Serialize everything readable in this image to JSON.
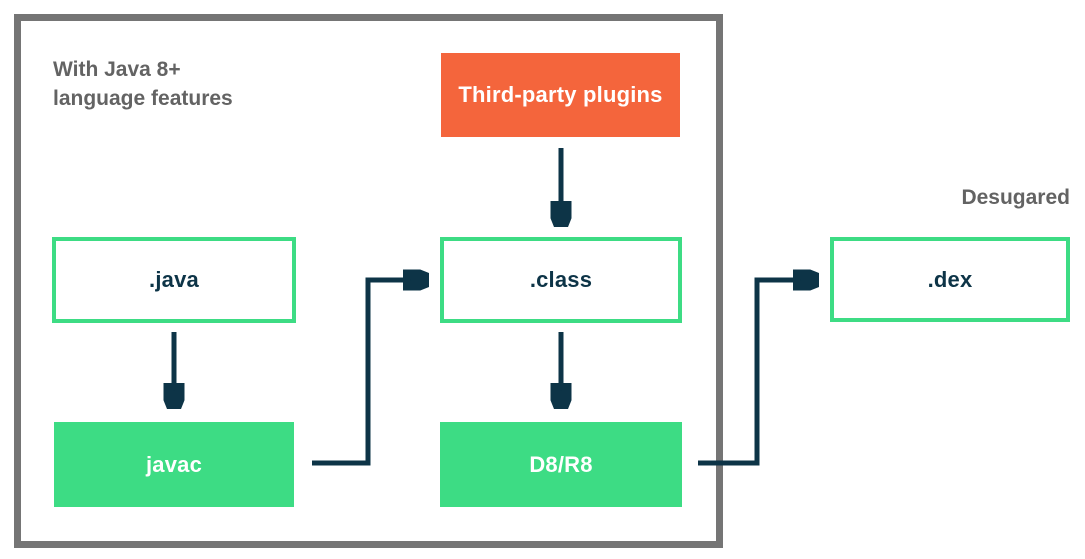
{
  "palette": {
    "android_green": "#3DDC84",
    "navy": "#0D3447",
    "orange": "#F4653C",
    "border_gray": "#757575",
    "label_gray": "#636363",
    "white": "#FFFFFF"
  },
  "diagram": {
    "group_label": "With Java 8+\nlanguage features",
    "desugared_label": "Desugared",
    "nodes": {
      "third_party_plugins": {
        "label": "Third-party plugins"
      },
      "java_source": {
        "label": ".java"
      },
      "javac": {
        "label": "javac"
      },
      "class_files": {
        "label": ".class"
      },
      "d8_r8": {
        "label": "D8/R8"
      },
      "dex": {
        "label": ".dex"
      }
    },
    "edges": [
      {
        "from": "third_party_plugins",
        "to": "class_files"
      },
      {
        "from": "java_source",
        "to": "javac"
      },
      {
        "from": "javac",
        "to": "class_files"
      },
      {
        "from": "class_files",
        "to": "d8_r8"
      },
      {
        "from": "d8_r8",
        "to": "dex"
      }
    ]
  }
}
